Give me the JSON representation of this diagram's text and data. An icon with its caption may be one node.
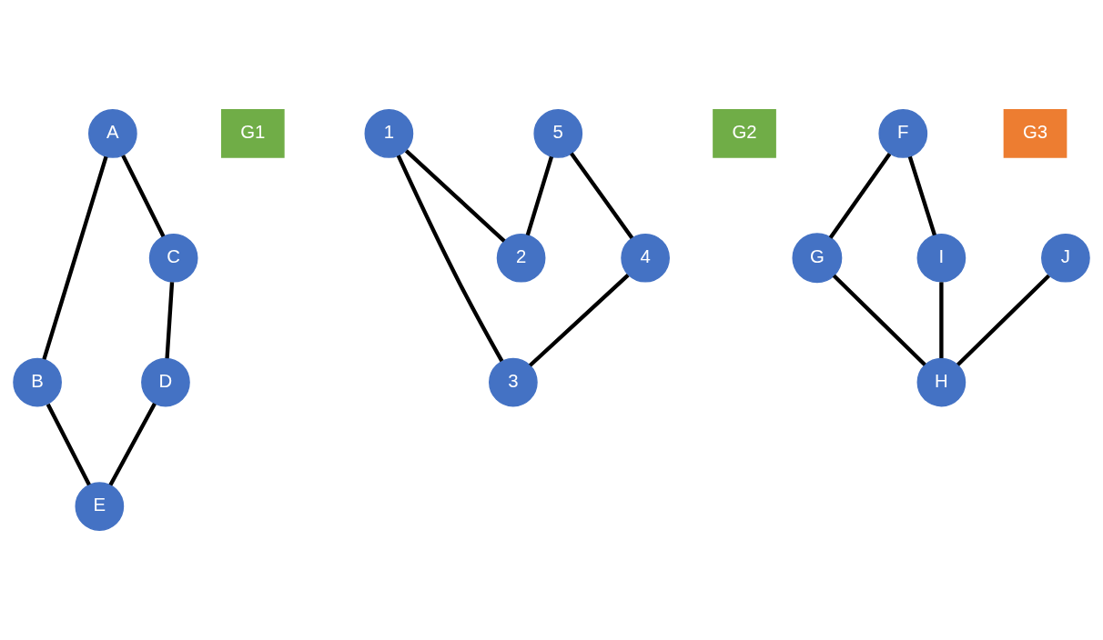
{
  "diagram": {
    "nodes": [
      {
        "text": [
          "A"
        ]
      },
      {
        "text": [
          "B"
        ]
      },
      {
        "text": [
          "C"
        ]
      },
      {
        "text": [
          "D"
        ]
      },
      {
        "text": [
          "E"
        ]
      },
      {
        "text": [
          "G1"
        ]
      },
      {
        "text": [
          "4"
        ]
      },
      {
        "text": [
          "5"
        ]
      },
      {
        "text": [
          "1"
        ]
      },
      {
        "text": [
          "3"
        ]
      },
      {
        "text": [
          "2"
        ]
      },
      {
        "text": [
          "G2"
        ]
      },
      {
        "text": [
          "F"
        ]
      },
      {
        "text": [
          "G"
        ]
      },
      {
        "text": [
          "J"
        ]
      },
      {
        "text": [
          "I"
        ]
      },
      {
        "text": [
          "H"
        ]
      },
      {
        "text": [
          "G3"
        ]
      }
    ],
    "edges": [
      {
        "from": 0,
        "to": 1,
        "arrow": "none"
      },
      {
        "from": 0,
        "to": 2,
        "arrow": "none"
      },
      {
        "from": 1,
        "to": 4,
        "arrow": "none"
      },
      {
        "from": 2,
        "to": 3,
        "arrow": "none"
      },
      {
        "from": 3,
        "to": 4,
        "arrow": "none"
      },
      {
        "from": 7,
        "to": 6,
        "arrow": "none"
      },
      {
        "from": 6,
        "to": 9,
        "arrow": "none"
      },
      {
        "from": 7,
        "to": 10,
        "arrow": "none"
      },
      {
        "from": 8,
        "to": 9,
        "arrow": "none"
      },
      {
        "from": 8,
        "to": 10,
        "arrow": "none"
      },
      {
        "from": 12,
        "to": 13,
        "arrow": "none"
      },
      {
        "from": 12,
        "to": 15,
        "arrow": "none"
      },
      {
        "from": 13,
        "to": 16,
        "arrow": "none"
      },
      {
        "from": 15,
        "to": 16,
        "arrow": "none"
      },
      {
        "from": 14,
        "to": 16,
        "arrow": "none"
      }
    ]
  }
}
